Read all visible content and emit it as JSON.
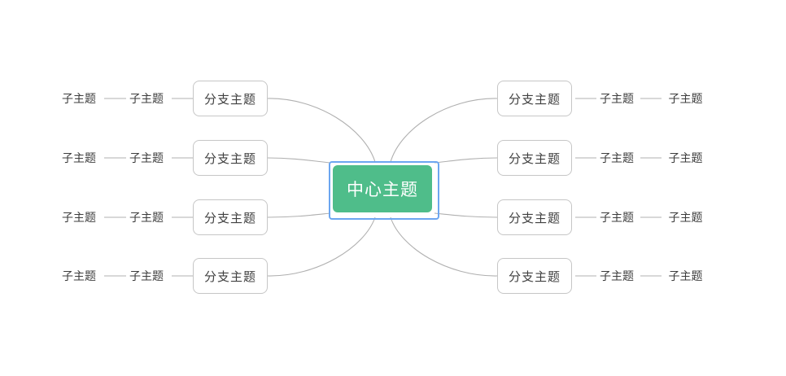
{
  "canvas": {
    "background_color": "#ffffff",
    "edge_color": "#b0b0b0"
  },
  "center_topic": {
    "label": "中心主题",
    "fill_color": "#4fbd8a",
    "text_color": "#ffffff",
    "selected": true,
    "selection_border_color": "#6ca6f0"
  },
  "branch_style": {
    "fill_color": "#ffffff",
    "border_color": "#c6c6c6",
    "text_color": "#404040"
  },
  "left_branches": [
    {
      "label": "分支主题",
      "children": [
        "子主题",
        "子主题"
      ]
    },
    {
      "label": "分支主题",
      "children": [
        "子主题",
        "子主题"
      ]
    },
    {
      "label": "分支主题",
      "children": [
        "子主题",
        "子主题"
      ]
    },
    {
      "label": "分支主题",
      "children": [
        "子主题",
        "子主题"
      ]
    }
  ],
  "right_branches": [
    {
      "label": "分支主题",
      "children": [
        "子主题",
        "子主题"
      ]
    },
    {
      "label": "分支主题",
      "children": [
        "子主题",
        "子主题"
      ]
    },
    {
      "label": "分支主题",
      "children": [
        "子主题",
        "子主题"
      ]
    },
    {
      "label": "分支主题",
      "children": [
        "子主题",
        "子主题"
      ]
    }
  ]
}
